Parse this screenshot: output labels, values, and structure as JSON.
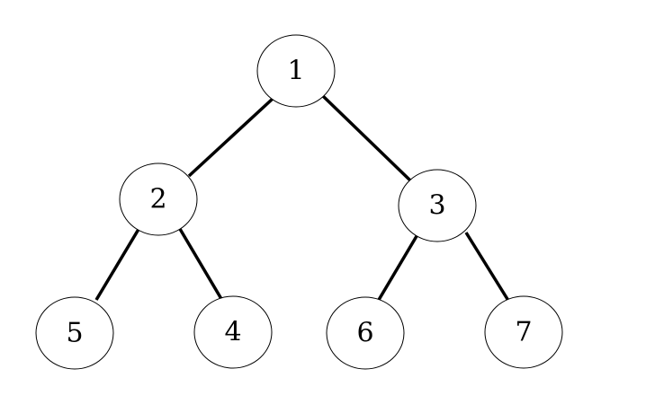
{
  "diagram": {
    "type": "binary-tree",
    "nodes": [
      {
        "id": "n1",
        "label": "1"
      },
      {
        "id": "n2",
        "label": "2"
      },
      {
        "id": "n3",
        "label": "3"
      },
      {
        "id": "n5",
        "label": "5"
      },
      {
        "id": "n4",
        "label": "4"
      },
      {
        "id": "n6",
        "label": "6"
      },
      {
        "id": "n7",
        "label": "7"
      }
    ],
    "edges": [
      {
        "from": "n1",
        "to": "n2"
      },
      {
        "from": "n1",
        "to": "n3"
      },
      {
        "from": "n2",
        "to": "n5"
      },
      {
        "from": "n2",
        "to": "n4"
      },
      {
        "from": "n3",
        "to": "n6"
      },
      {
        "from": "n3",
        "to": "n7"
      }
    ]
  }
}
